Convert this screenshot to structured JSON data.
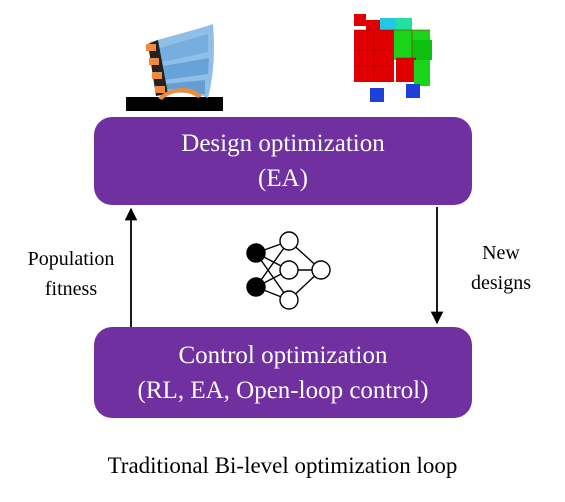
{
  "diagram": {
    "top_box": {
      "title": "Design optimization",
      "subtitle": "(EA)"
    },
    "bottom_box": {
      "title": "Control optimization",
      "subtitle": "(RL, EA, Open-loop control)"
    },
    "left_arrow_label": [
      "Population",
      "fitness"
    ],
    "right_arrow_label": [
      "New",
      "designs"
    ],
    "caption": "Traditional Bi-level optimization loop",
    "icons": {
      "soft_robot": "soft-robot-icon",
      "voxel_robot": "voxel-robot-icon",
      "neural_network": "neural-network-icon"
    },
    "colors": {
      "box_fill": "#7030a0",
      "box_text": "#ffffff",
      "arrow": "#000000"
    }
  }
}
